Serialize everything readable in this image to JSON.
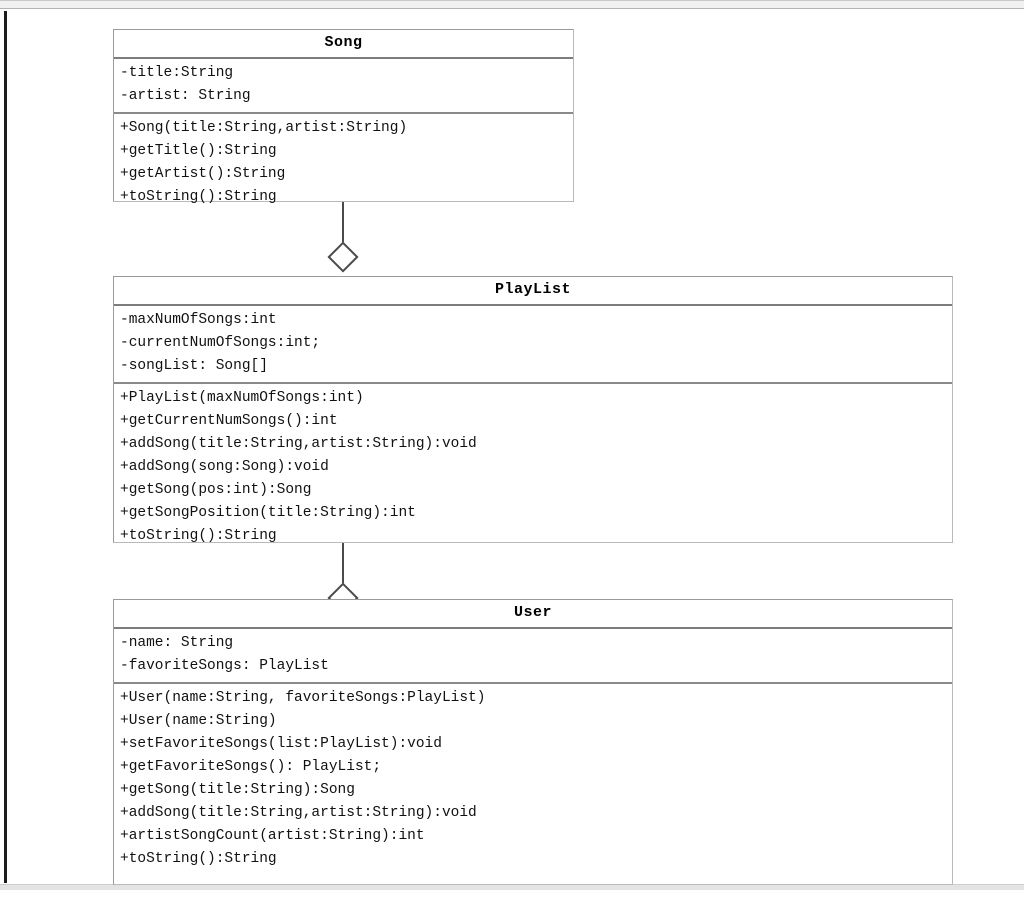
{
  "window": {
    "background_color": "#ffffff",
    "border_color": "#1c1c1c",
    "toolbar_color": "#f1f1f1"
  },
  "diagram": {
    "type": "uml-class-diagram",
    "line_color": "#4a4a4a",
    "box_border_color": "#9a9a9a",
    "classes": [
      {
        "name": "Song",
        "attributes": [
          "-title:String",
          "-artist: String"
        ],
        "operations": [
          "+Song(title:String,artist:String)",
          "+getTitle():String",
          "+getArtist():String",
          "+toString():String"
        ]
      },
      {
        "name": "PlayList",
        "attributes": [
          "-maxNumOfSongs:int",
          "-currentNumOfSongs:int;",
          "-songList: Song[]"
        ],
        "operations": [
          "+PlayList(maxNumOfSongs:int)",
          "+getCurrentNumSongs():int",
          "+addSong(title:String,artist:String):void",
          "+addSong(song:Song):void",
          "+getSong(pos:int):Song",
          "+getSongPosition(title:String):int",
          "+toString():String"
        ]
      },
      {
        "name": "User",
        "attributes": [
          "-name: String",
          "-favoriteSongs: PlayList"
        ],
        "operations": [
          "+User(name:String, favoriteSongs:PlayList)",
          "+User(name:String)",
          "+setFavoriteSongs(list:PlayList):void",
          "+getFavoriteSongs(): PlayList;",
          "+getSong(title:String):Song",
          "+addSong(title:String,artist:String):void",
          "+artistSongCount(artist:String):int",
          "+toString():String"
        ]
      }
    ],
    "relationships": [
      {
        "kind": "aggregation",
        "marker": "hollow-diamond",
        "from": "Song",
        "to": "PlayList"
      },
      {
        "kind": "aggregation",
        "marker": "hollow-diamond",
        "from": "PlayList",
        "to": "User"
      }
    ]
  }
}
